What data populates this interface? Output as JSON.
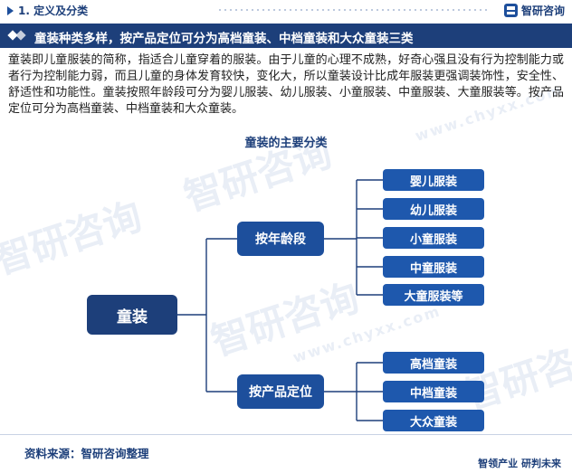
{
  "header": {
    "section_title": "1. 定义及分类",
    "brand_name": "智研咨询"
  },
  "banner": {
    "title": "童装种类多样，按产品定位可分为高档童装、中档童装和大众童装三类"
  },
  "intro_text": "童装即儿童服装的简称，指适合儿童穿着的服装。由于儿童的心理不成熟，好奇心强且没有行为控制能力或者行为控制能力弱，而且儿童的身体发育较快，变化大，所以童装设计比成年服装更强调装饰性，安全性、舒适性和功能性。童装按照年龄段可分为婴儿服装、幼儿服装、小童服装、中童服装、大童服装等。按产品定位可分为高档童装、中档童装和大众童装。",
  "diagram": {
    "title": "童装的主要分类",
    "root": "童装",
    "branches": [
      {
        "label": "按年龄段",
        "children": [
          "婴儿服装",
          "幼儿服装",
          "小童服装",
          "中童服装",
          "大童服装等"
        ]
      },
      {
        "label": "按产品定位",
        "children": [
          "高档童装",
          "中档童装",
          "大众童装"
        ]
      }
    ]
  },
  "watermark": {
    "cn": "智研咨询",
    "url": "www.chyxx.com"
  },
  "footer": {
    "source": "资料来源：智研咨询整理",
    "slogan": "智领产业  研判未来"
  },
  "colors": {
    "navy": "#1d3f7a",
    "node_blue": "#1d4f9c",
    "leaf_blue": "#1e58ad",
    "line": "#1d3f7a"
  }
}
